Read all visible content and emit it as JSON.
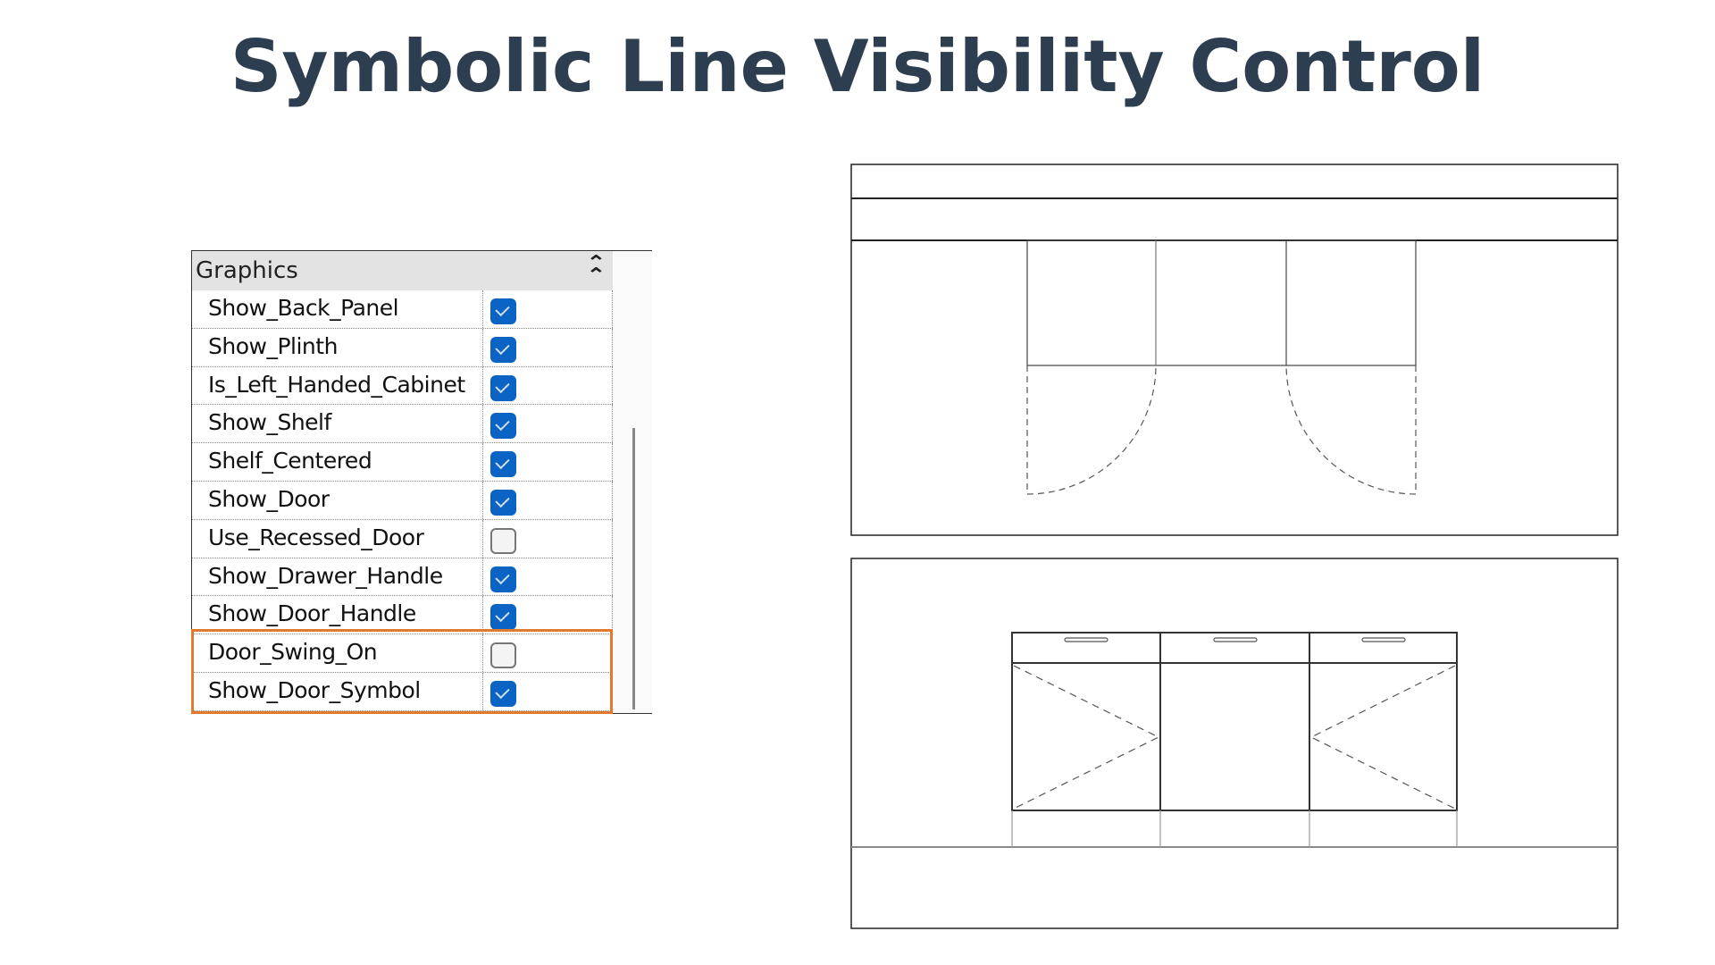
{
  "title": "Symbolic Line Visibility Control",
  "panel": {
    "header": "Graphics",
    "collapse_icon": "double-chevron-up",
    "rows": [
      {
        "label": "Show_Back_Panel",
        "checked": true
      },
      {
        "label": "Show_Plinth",
        "checked": true
      },
      {
        "label": "Is_Left_Handed_Cabinet",
        "checked": true
      },
      {
        "label": "Show_Shelf",
        "checked": true
      },
      {
        "label": "Shelf_Centered",
        "checked": true
      },
      {
        "label": "Show_Door",
        "checked": true
      },
      {
        "label": "Use_Recessed_Door",
        "checked": false
      },
      {
        "label": "Show_Drawer_Handle",
        "checked": true
      },
      {
        "label": "Show_Door_Handle",
        "checked": true
      },
      {
        "label": "Door_Swing_On",
        "checked": false
      },
      {
        "label": "Show_Door_Symbol",
        "checked": true
      }
    ]
  },
  "colors": {
    "title": "#2d3e50",
    "checkbox": "#0b63c4",
    "highlight": "#e07a2f"
  }
}
